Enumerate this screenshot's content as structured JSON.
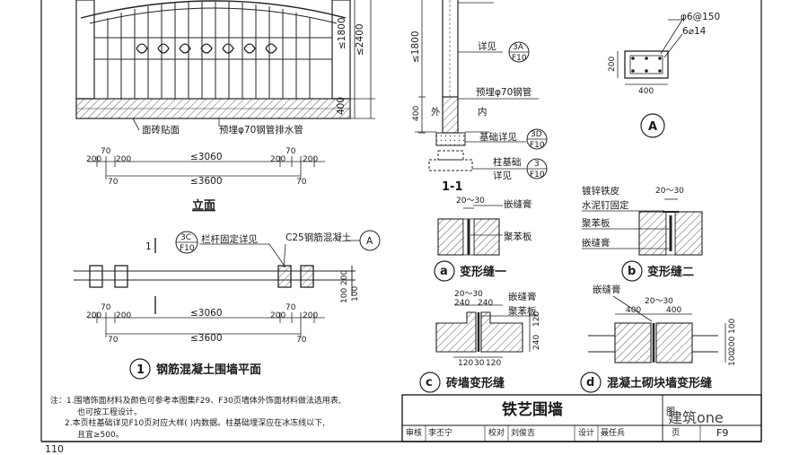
{
  "elevation": {
    "dim_1800": "≤1800",
    "dim_2400": "≤2400",
    "dim_400": "400",
    "note_tile": "面砖贴面",
    "note_pipe": "预埋φ70钢管排水管",
    "dims_row1": [
      "200",
      "70",
      "200",
      "≤3060",
      "200",
      "70",
      "200"
    ],
    "dims_row2": [
      "70",
      "≤3600",
      "70"
    ],
    "title": "立面"
  },
  "section11": {
    "dim_1800": "≤1800",
    "dim_400": "400",
    "label_see": "详见",
    "ref1_top": "3A",
    "ref1_bottom": "F10",
    "label_pipe": "预埋φ70钢管",
    "label_out": "外",
    "label_in": "内",
    "label_base": "基础详见",
    "ref2_top": "3D",
    "ref2_bottom": "F10",
    "label_col": "柱基础",
    "label_col2": "详见",
    "ref3_top": "3",
    "ref3_bottom": "F10",
    "title": "1-1"
  },
  "sectionA": {
    "rebar1": "φ6@150",
    "rebar2": "6⌀14",
    "dim_w": "400",
    "dim_h": "200",
    "label": "A"
  },
  "plan": {
    "ref_top": "3C",
    "ref_bottom": "F10",
    "label_rail": "栏杆固定详见",
    "label_conc": "C25钢筋混凝土",
    "ref_a": "A",
    "cut_mark": "1",
    "dims_side": [
      "200",
      "100",
      "100"
    ],
    "dims_row1": [
      "200",
      "70",
      "200",
      "≤3060",
      "200",
      "70",
      "200"
    ],
    "dims_row2": [
      "70",
      "≤3600",
      "70"
    ],
    "number": "1",
    "title": "钢筋混凝土围墙平面"
  },
  "detail_a": {
    "dim": "20～30",
    "label_fill": "嵌缝膏",
    "label_board": "聚苯板",
    "letter": "a",
    "title": "变形缝一"
  },
  "detail_b": {
    "dim": "20～30",
    "label_1": "镀锌铁皮",
    "label_2": "水泥钉固定",
    "label_3": "聚苯板",
    "label_4": "嵌缝膏",
    "letter": "b",
    "title": "变形缝二"
  },
  "detail_c": {
    "dim_top": "20～30",
    "dim_240a": "240",
    "dim_240b": "240",
    "label_fill": "嵌缝膏",
    "label_board": "聚苯板",
    "dims_side": [
      "240",
      "120"
    ],
    "dims_bottom": [
      "120",
      "30",
      "120"
    ],
    "letter": "c",
    "title": "砖墙变形缝"
  },
  "detail_d": {
    "label_fill": "嵌缝膏",
    "dim_top": "20～30",
    "dim_400a": "400",
    "dim_400b": "400",
    "dims_side": [
      "100",
      "200",
      "100"
    ],
    "letter": "d",
    "title": "混凝土砌块墙变形缝"
  },
  "notes": {
    "line1": "注：1.围墙饰面材料及颜色可参考本图集F29、F30页墙体外饰面材料做法选用表,",
    "line2": "也可按工程设计。",
    "line3": "2.本页柱基础详见F10页对应大样( )内数据。柱基础埋深应在冰冻线以下,",
    "line4": "且宜≥500。"
  },
  "titleblock": {
    "title": "铁艺围墙",
    "label_tuji": "图",
    "row": [
      "审核",
      "李丕宁",
      "校对",
      "刘俊吉",
      "设计",
      "聂任兵",
      "页",
      "F9"
    ]
  },
  "watermark": "建筑one",
  "page_number": "110"
}
